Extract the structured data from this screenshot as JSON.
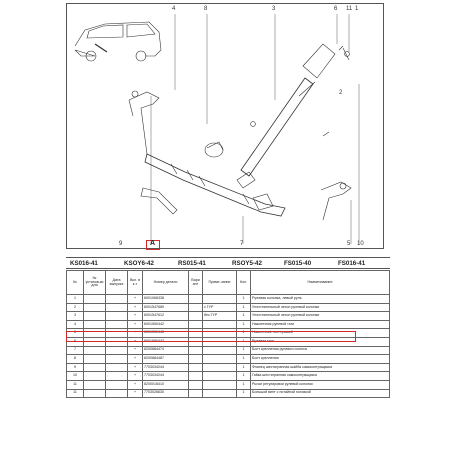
{
  "callouts": [
    "1",
    "2",
    "3",
    "4",
    "5",
    "6",
    "7",
    "8",
    "9",
    "10",
    "11"
  ],
  "reference_mark": "A",
  "codes": [
    "KS016-41",
    "KSOY6-42",
    "RS015-41",
    "RSOY5-42",
    "FS015-40",
    "FS016-41"
  ],
  "table": {
    "headers": [
      "№",
      "№ установ-ки для",
      "Дата выпуска",
      "Вкл. в к-т",
      "Номер детали",
      "Вари ант",
      "Приме-чание",
      "Кол.",
      "Наименование"
    ],
    "rows": [
      {
        "no": "1",
        "inc": "+",
        "part": "6001066338",
        "var": "",
        "note": "",
        "qty": "1",
        "name": "Рулевая колонка, левый руль"
      },
      {
        "no": "2",
        "inc": "+",
        "part": "6001547689",
        "var": "",
        "note": "с ГУР",
        "qty": "1",
        "name": "Уплотнительный чехол рулевой колонки"
      },
      {
        "no": "3",
        "inc": "+",
        "part": "6001547612",
        "var": "",
        "note": "без ГУР",
        "qty": "1",
        "name": "Уплотнительный чехол рулевой колонки"
      },
      {
        "no": "4",
        "inc": "+",
        "part": "6001550442",
        "var": "",
        "note": "",
        "qty": "1",
        "name": "Наконечник рулевой тяги"
      },
      {
        "no": "5",
        "inc": "+",
        "part": "6001550445",
        "var": "",
        "note": "",
        "qty": "1",
        "name": "Наконечник тяги правый"
      },
      {
        "no": "6",
        "inc": "+",
        "part": "6001550443",
        "var": "",
        "note": "",
        "qty": "1",
        "name": "Рулевая тяга"
      },
      {
        "no": "7",
        "inc": "+",
        "part": "8200684474",
        "var": "",
        "note": "",
        "qty": "1",
        "name": "Болт крепления рулевого колеса"
      },
      {
        "no": "8",
        "inc": "+",
        "part": "8200684487",
        "var": "",
        "note": "",
        "qty": "1",
        "name": "Болт крепления"
      },
      {
        "no": "9",
        "inc": "+",
        "part": "7703034244",
        "var": "",
        "note": "",
        "qty": "1",
        "name": "Фланец шестигранная шайба самоконтрящаяся"
      },
      {
        "no": "10",
        "inc": "+",
        "part": "7703034244",
        "var": "",
        "note": "",
        "qty": "1",
        "name": "Гайка шестигранная самоконтрящаяся"
      },
      {
        "no": "11",
        "inc": "+",
        "part": "8200018410",
        "var": "",
        "note": "",
        "qty": "1",
        "name": "Рычаг регулировки рулевой колонки"
      },
      {
        "no": "11",
        "inc": "+",
        "part": "7703026630",
        "var": "",
        "note": "",
        "qty": "1",
        "name": "Большой винт с потайной головкой"
      }
    ]
  },
  "colors": {
    "highlight": "#d62828",
    "line": "#333333"
  }
}
